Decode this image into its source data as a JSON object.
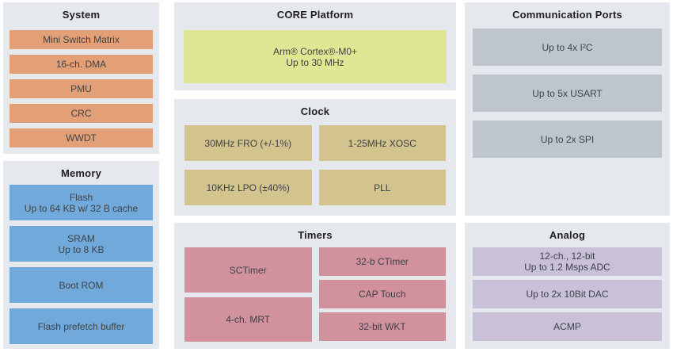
{
  "colors": {
    "panel_bg": "#e5e8ec",
    "system_block": "#e3a077",
    "memory_block": "#72a9db",
    "core_block": "#e0e794",
    "clock_block": "#d3c48e",
    "timers_block": "#d1929e",
    "comm_block": "#bec5cd",
    "analog_block": "#c9c0d9"
  },
  "panels": {
    "system": {
      "title": "System",
      "blocks": [
        "Mini Switch Matrix",
        "16-ch. DMA",
        "PMU",
        "CRC",
        "WWDT"
      ]
    },
    "memory": {
      "title": "Memory",
      "blocks": [
        "Flash\nUp to 64 KB w/ 32 B cache",
        "SRAM\nUp to 8 KB",
        "Boot ROM",
        "Flash prefetch buffer"
      ]
    },
    "core": {
      "title": "CORE Platform",
      "blocks": [
        "Arm® Cortex®-M0+\nUp to 30 MHz"
      ]
    },
    "clock": {
      "title": "Clock",
      "blocks": [
        "30MHz FRO (+/-1%)",
        "1-25MHz XOSC",
        "10KHz LPO (±40%)",
        "PLL"
      ]
    },
    "timers": {
      "title": "Timers",
      "left_blocks": [
        "SCTimer",
        "4-ch. MRT"
      ],
      "right_blocks": [
        "32-b CTimer",
        "CAP Touch",
        "32-bit WKT"
      ]
    },
    "comm": {
      "title": "Communication Ports",
      "blocks": [
        "Up to 4x I²C",
        "Up to 5x USART",
        "Up to 2x SPI"
      ]
    },
    "analog": {
      "title": "Analog",
      "blocks": [
        "12-ch., 12-bit\nUp to 1.2 Msps ADC",
        "Up to 2x 10Bit DAC",
        "ACMP"
      ]
    }
  }
}
